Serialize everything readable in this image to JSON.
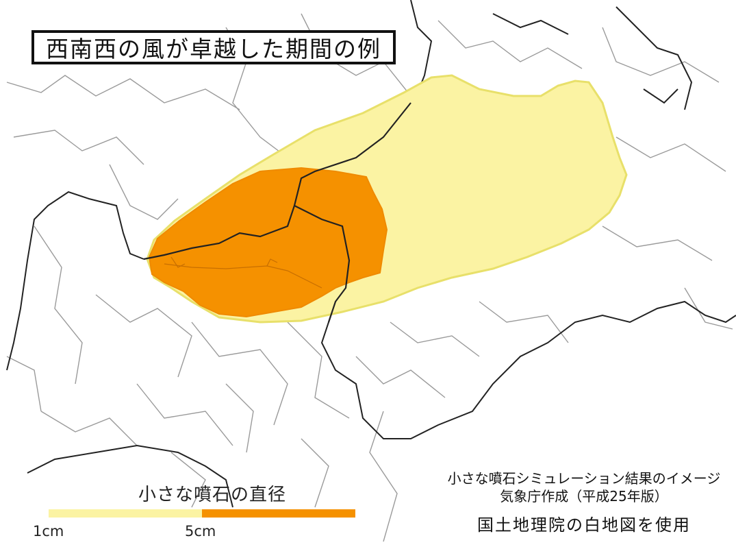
{
  "title": "西南西の風が卓越した期間の例",
  "legend": {
    "title": "小さな噴石の直径",
    "ticks": [
      "1cm",
      "5cm"
    ],
    "colors": {
      "small": "#fbf3a3",
      "large": "#f59100"
    }
  },
  "credits": {
    "line1": "小さな噴石シミュレーション結果のイメージ",
    "line2": "気象庁作成（平成25年版）",
    "line3": "国土地理院の白地図を使用"
  },
  "map": {
    "colors": {
      "zone_small": "#fbf3a3",
      "zone_small_edge": "#e8e06a",
      "zone_large": "#f59100",
      "boundary": "#9a9a9a",
      "prefecture_line": "#222222"
    }
  }
}
